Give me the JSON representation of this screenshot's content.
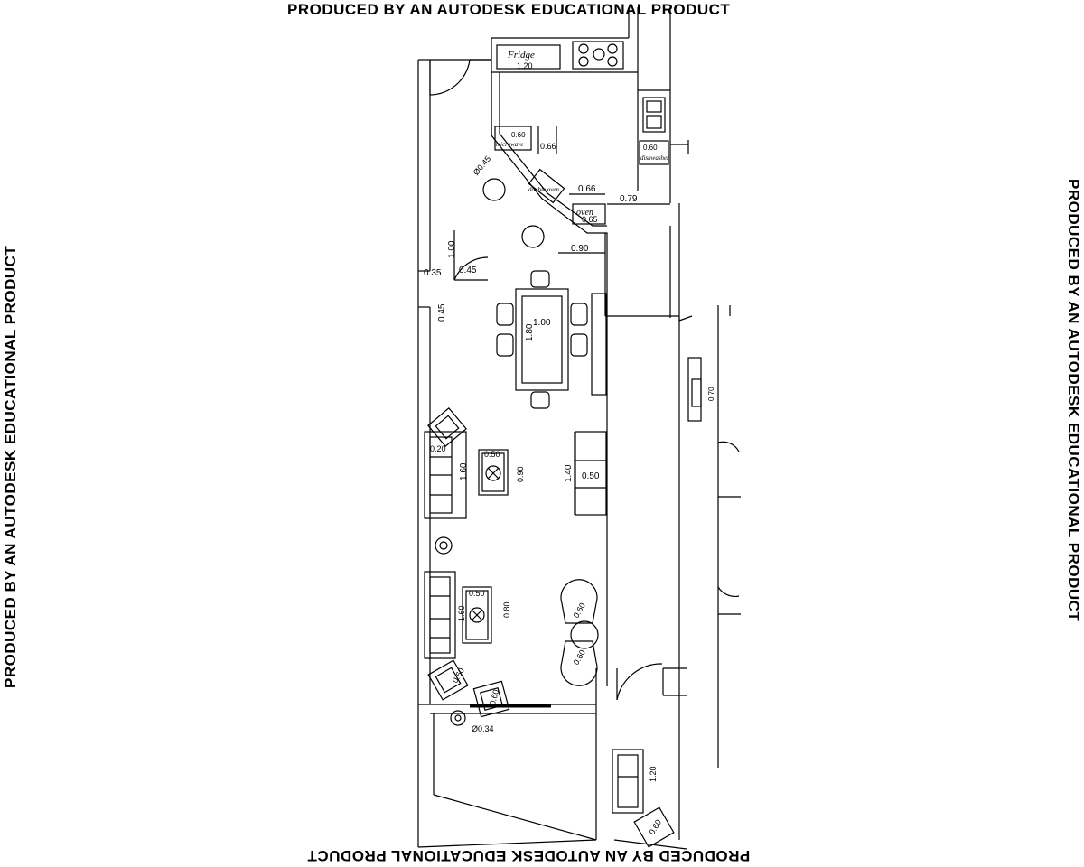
{
  "watermark": {
    "top": "PRODUCED BY AN AUTODESK EDUCATIONAL PRODUCT",
    "bottom": "PRODUCED BY AN AUTODESK EDUCATIONAL PRODUCT",
    "left": "PRODUCED BY AN AUTODESK EDUCATIONAL PRODUCT",
    "right": "PRODUCED BY AN AUTODESK EDUCATIONAL PRODUCT"
  },
  "labels": {
    "fridge": "Fridge",
    "fridge_dim": "1.20",
    "microwave": "microwave",
    "micro_dim": "0.60",
    "micro_dim2": "0.66",
    "dishwasher": "dishwasher",
    "dish_dim": "0.60",
    "double_oven": "double oven",
    "oven": "oven",
    "oven_dim": "0.65",
    "dim_066": "0.66",
    "dim_079": "0.79",
    "dim_090": "0.90",
    "dim_phi045": "Ø0.45",
    "dim_100": "1.00",
    "dim_035": "0.35",
    "dim_045a": "0.45",
    "dim_045b": "0.45",
    "table_w": "1.00",
    "table_l": "1.80",
    "side_070": "0.70",
    "sofa1_dim": "1.60",
    "sofa1_top": "0.20",
    "coffee1_w": "0.50",
    "coffee1_l": "0.90",
    "tv_len": "1.40",
    "tv_w": "0.50",
    "coffee2_w": "0.50",
    "coffee2_l": "0.80",
    "sofa2_dim": "1.60",
    "chair_060a": "0.60",
    "chair_060b": "0.60",
    "arm_060a": "0.60",
    "arm_060b": "0.60",
    "lamp_phi": "Ø0.34",
    "ext_sofa_dim": "1.20",
    "ext_chair_dim": "0.60"
  }
}
